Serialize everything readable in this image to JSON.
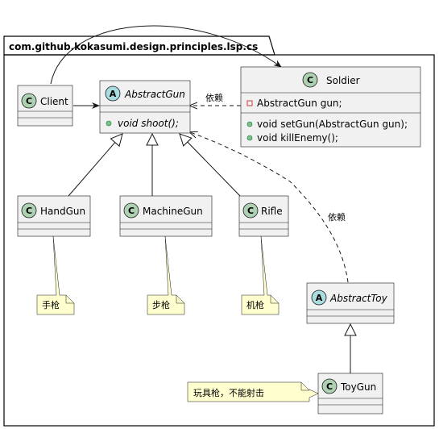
{
  "package": {
    "name": "com.github.kokasumi.design.principles.lsp.cs"
  },
  "colors": {
    "class_badge": "#add1b2",
    "abstract_badge": "#a9dcdf",
    "box_fill": "#f1f1f1",
    "note_fill": "#fefece",
    "visibility_public": "#84be84",
    "visibility_private": "#c82930"
  },
  "classes": {
    "client": {
      "badge": "C",
      "name": "Client"
    },
    "abstract_gun": {
      "badge": "A",
      "name": "AbstractGun",
      "method": "void shoot();"
    },
    "soldier": {
      "badge": "C",
      "name": "Soldier",
      "field": "AbstractGun gun;",
      "method1": "void setGun(AbstractGun gun);",
      "method2": "void killEnemy();"
    },
    "hand_gun": {
      "badge": "C",
      "name": "HandGun"
    },
    "machine_gun": {
      "badge": "C",
      "name": "MachineGun"
    },
    "rifle": {
      "badge": "C",
      "name": "Rifle"
    },
    "abstract_toy": {
      "badge": "A",
      "name": "AbstractToy"
    },
    "toy_gun": {
      "badge": "C",
      "name": "ToyGun"
    }
  },
  "relations": {
    "soldier_dep_label": "依赖",
    "toy_dep_label": "依赖"
  },
  "notes": {
    "hand_gun": "手枪",
    "machine_gun": "步枪",
    "rifle": "机枪",
    "toy_gun": "玩具枪，不能射击"
  }
}
